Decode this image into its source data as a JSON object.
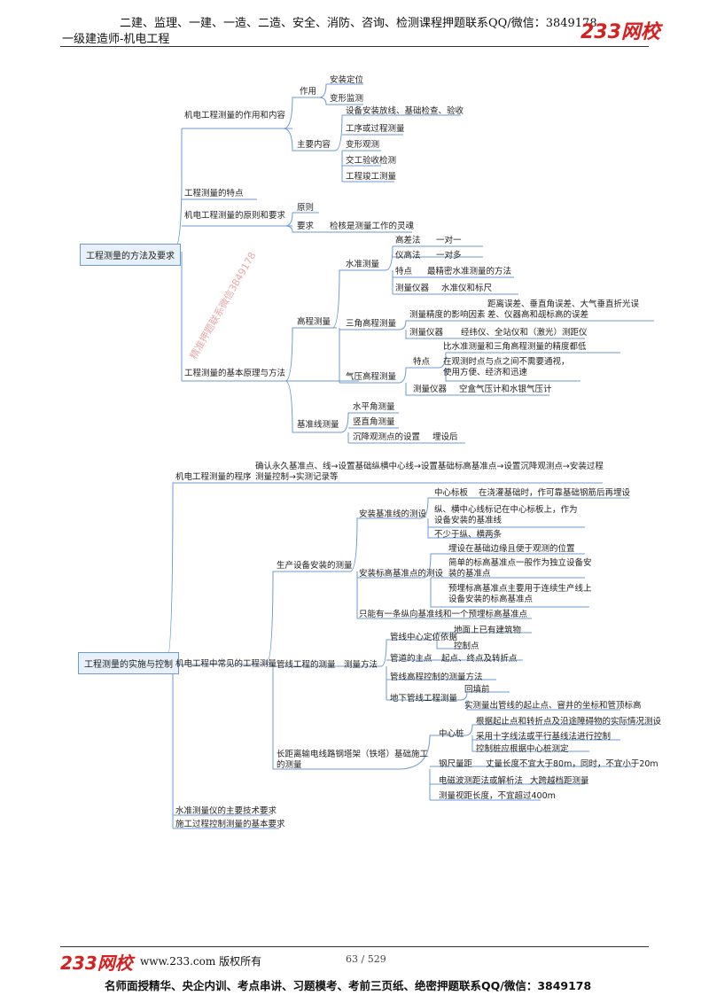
{
  "header": {
    "line": "二建、监理、一建、一造、二造、安全、消防、咨询、检测课程押题联系QQ/微信：3849178",
    "subtitle": "一级建造师-机电工程",
    "logo": "233网校"
  },
  "watermark": "精准押题联系微信3849178",
  "map": {
    "root1": "工程测量的方法及要求",
    "root2": "工程测量的实施与控制",
    "s1": {
      "b1": "机电工程测量的作用和内容",
      "zuoyong": "作用",
      "zy1": "安装定位",
      "zy2": "变形监测",
      "zhuyao": "主要内容",
      "zn1": "设备安装放线、基础检查、验收",
      "zn2": "工序或过程测量",
      "zn3": "变形观测",
      "zn4": "交工验收检测",
      "zn5": "工程竣工测量",
      "b2": "工程测量的特点",
      "b3": "机电工程测量的原则和要求",
      "yuanze": "原则",
      "yaoqiu": "要求",
      "yq1": "检核是测量工作的灵魂",
      "b4": "工程测量的基本原理与方法",
      "gaocheng": "高程测量",
      "shuizhun": "水准测量",
      "gcf": "高差法",
      "gcf1": "一对一",
      "yqg": "仪高法",
      "yqg1": "一对多",
      "tedian": "特点",
      "tedian1": "最精密水准测量的方法",
      "clyq": "测量仪器",
      "clyq1": "水准仪和标尺",
      "sanjiao": "三角高程测量",
      "sj_yx": "测量精度的影响因素",
      "sj_yx1": "距离误差、垂直角误差、大气垂直折光误差、仪器高和觇标高的误差",
      "sj_yq": "测量仪器",
      "sj_yq1": "经纬仪、全站仪和（激光）测距仪",
      "qiya": "气压高程测量",
      "qy_td": "特点",
      "qy_td1": "比水准测量和三角高程测量的精度都低",
      "qy_td2": "在观测时点与点之间不需要通视，使用方便、经济和迅速",
      "qy_yq": "测量仪器",
      "qy_yq1": "空盒气压计和水银气压计",
      "jizhun": "基准线测量",
      "jz1": "水平角测量",
      "jz2": "竖直角测量",
      "jz3": "沉降观测点的设置",
      "jz3a": "埋设后"
    },
    "s2": {
      "b1": "机电工程测量的程序",
      "b1a": "确认永久基准点、线→设置基础纵横中心线→设置基础标高基准点→设置沉降观测点→安装过程测量控制→实测记录等",
      "b2": "机电工程中常见的工程测量",
      "sbaz": "生产设备安装的测量",
      "azjx": "安装基准线的测设",
      "zxbb": "中心标板",
      "zxbb1": "在浇灌基础时，作可靠基础钢筋后再埋设",
      "zxbb2": "纵、横中心线标记在中心标板上，作为设备安装的基准线",
      "zxbb3": "不少于纵、横两条",
      "azbg": "安装标高基准点的测设",
      "azbg1": "埋设在基础边缘且便于观测的位置",
      "azbg2": "简单的标高基准点一般作为独立设备安装的基准点",
      "azbg3": "预埋标高基准点主要用于连续生产线上设备安装的标高基准点",
      "azbg4": "只能有一条纵向基准线和一个预埋标高基准点",
      "gdgc": "管线工程的测量",
      "clff": "测量方法",
      "gxzx": "管线中心定位依据",
      "gxzx1": "地面上已有建筑物",
      "gxzx2": "控制点",
      "gdzd": "管道的主点",
      "gdzd1": "起点、终点及转折点",
      "gxgc": "管线高程控制的测量方法",
      "dxgx": "地下管线工程测量",
      "dxgx1": "回填前",
      "dxgx2": "实测量出管线的起止点、窨井的坐标和管顶标高",
      "cjl": "长距离输电线路钢塔架（铁塔）基础施工的测量",
      "zxz": "中心桩",
      "zxz1": "根据起止点和转折点及沿途障碍物的实际情况测设",
      "zxz2": "采用十字线法或平行基线法进行控制",
      "zxz3": "控制桩应根据中心桩测定",
      "dcjl": "钢尺量距",
      "dcjl1": "丈量长度不宜大于80m，同时，不宜小于20m",
      "dcb": "电磁波测距法或解析法",
      "dcb1": "大跨越档距测量",
      "cljd": "测量视距长度，不宜超过400m",
      "b3": "水准测量仪的主要技术要求",
      "b4": "施工过程控制测量的基本要求"
    }
  },
  "footer": {
    "logo": "233网校",
    "site": "www.233.com 版权所有",
    "page": "63 / 529",
    "line": "名师面授精华、央企内训、考点串讲、习题模考、考前三页纸、绝密押题联系QQ/微信：3849178"
  }
}
